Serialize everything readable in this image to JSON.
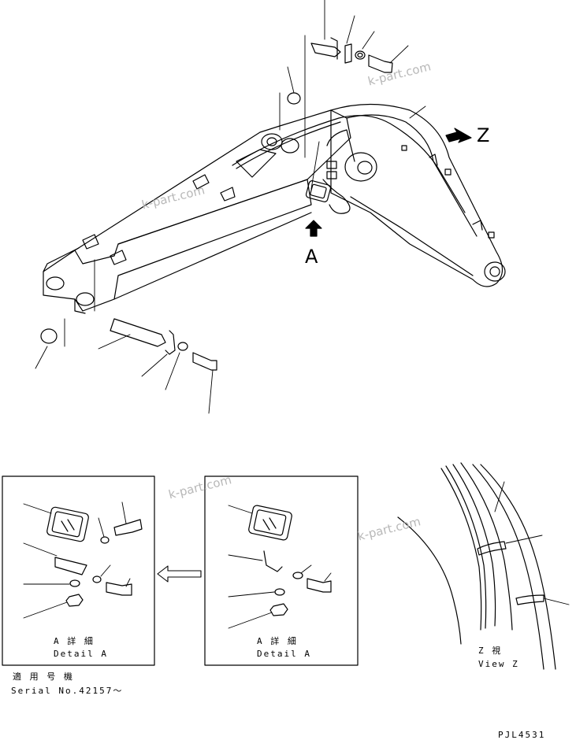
{
  "callouts": {
    "view_arrow_label": "Z",
    "section_arrow_label": "A"
  },
  "watermark": "k-part.com",
  "detail_left": {
    "title_jp": "A 詳 細",
    "title_en": "Detail A"
  },
  "detail_right": {
    "title_jp": "A 詳 細",
    "title_en": "Detail A"
  },
  "view_z": {
    "title_jp": "Z 視",
    "title_en": "View Z"
  },
  "applicability": {
    "label_jp": "適 用 号 機",
    "serial": "Serial No.42157～"
  },
  "drawing_number": "PJL4531"
}
